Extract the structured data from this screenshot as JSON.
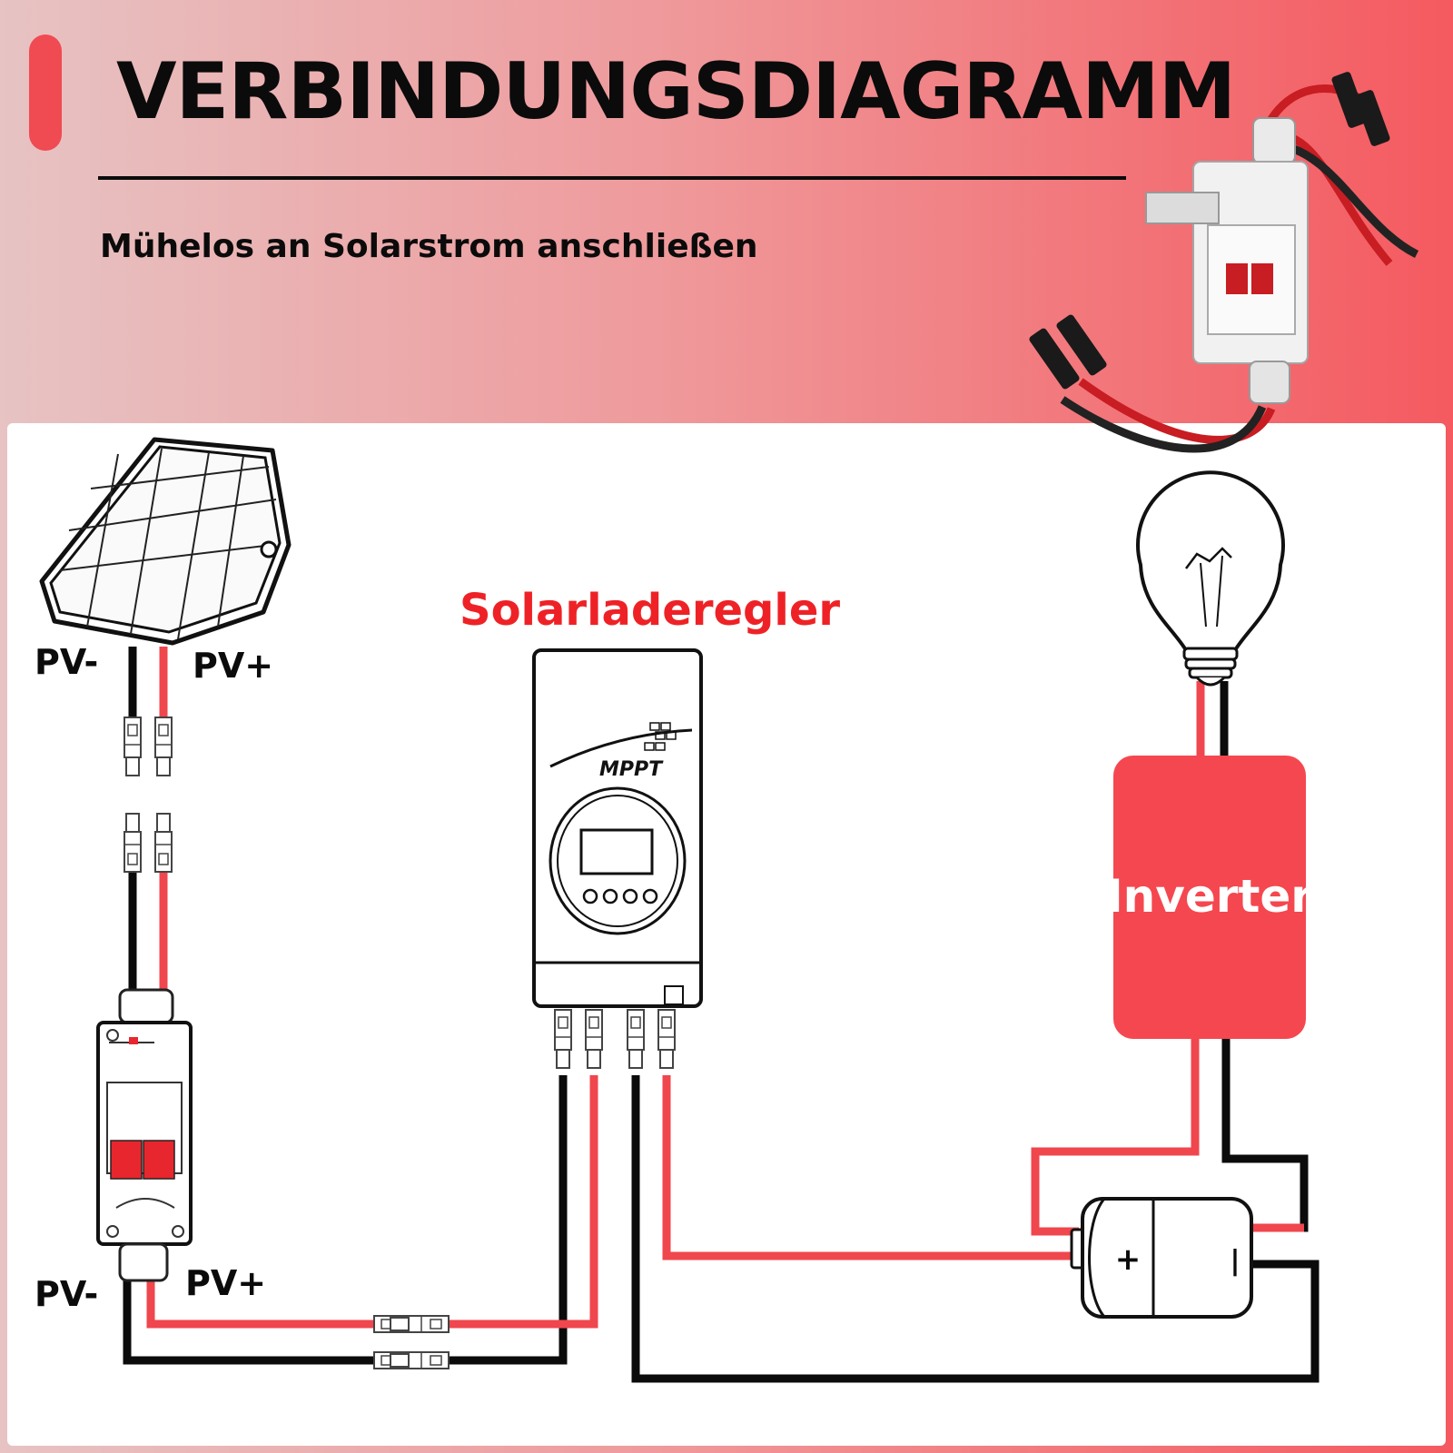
{
  "header": {
    "title": "VERBINDUNGSDIAGRAMM",
    "subtitle": "Mühelos an Solarstrom anschließen"
  },
  "labels": {
    "panel_pv_minus": "PV-",
    "panel_pv_plus": "PV+",
    "switch_pv_minus": "PV-",
    "switch_pv_plus": "PV+",
    "controller_title": "Solarladeregler",
    "mppt": "MPPT",
    "inverter": "Inverter",
    "battery_plus": "+",
    "battery_minus": "|"
  },
  "colors": {
    "accent": "#f04a52",
    "wire_positive": "#f0464d",
    "wire_negative": "#0b0b0b",
    "inverter_fill": "#f5474f",
    "controller_label": "#ee2226",
    "breaker_red": "#e8262d"
  },
  "icons": {
    "solar_panel": "solar-panel-icon",
    "light_bulb": "light-bulb-icon",
    "battery": "battery-icon",
    "charge_controller": "charge-controller-icon",
    "dc_switch": "dc-isolator-switch-icon",
    "mc4_connector": "mc4-connector-icon"
  }
}
